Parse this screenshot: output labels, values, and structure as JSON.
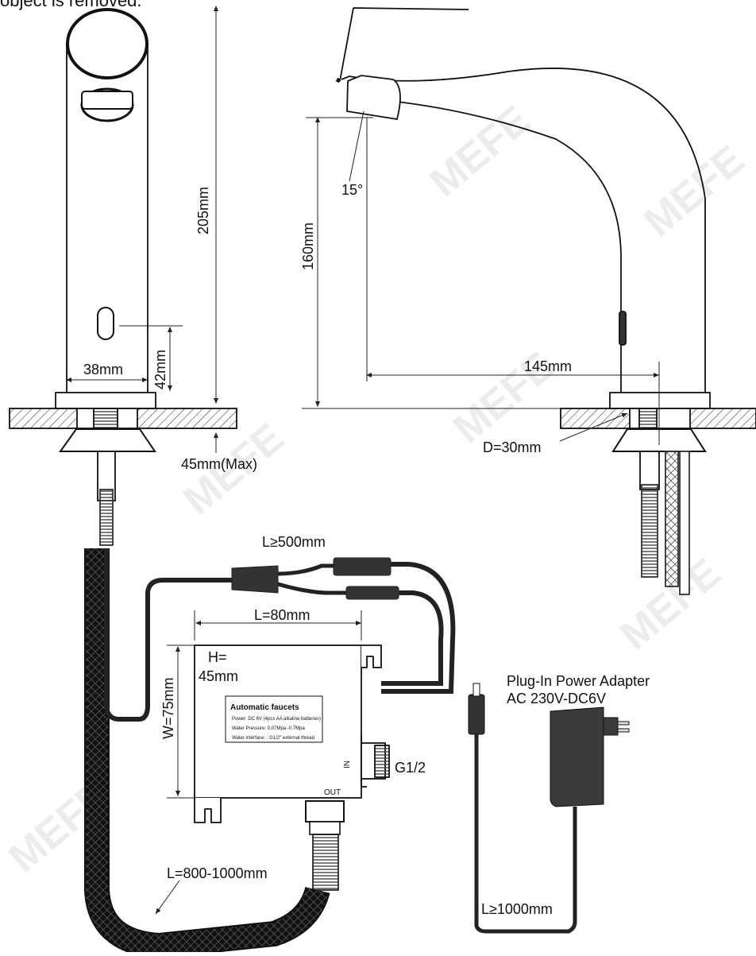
{
  "top_note": "object is removed.",
  "dims": {
    "height_205": "205mm",
    "height_160": "160mm",
    "angle": "15°",
    "width_38": "38mm",
    "height_42": "42mm",
    "reach_145": "145mm",
    "diameter": "D=30mm",
    "max_thickness": "45mm(Max)",
    "cable_len": "L≥500mm",
    "box_len": "L=80mm",
    "box_h_label": "H=",
    "box_h_val": "45mm",
    "box_w": "W=75mm",
    "thread": "G1/2",
    "hose_len": "L=800-1000mm",
    "adapter_cable_len": "L≥1000mm"
  },
  "control_box": {
    "title": "Automatic faucets",
    "line1": "Power: DC 6V  (4pcs AA alkaline batteries)",
    "line2": "Water Pressure: 0.07Mpa -0.7Mpa",
    "line3": "Water interface: : G1/2\" external thread",
    "out": "OUT",
    "in": "IN"
  },
  "adapter": {
    "title": "Plug-In Power Adapter",
    "spec": "AC 230V-DC6V"
  },
  "watermark": "MEFE"
}
